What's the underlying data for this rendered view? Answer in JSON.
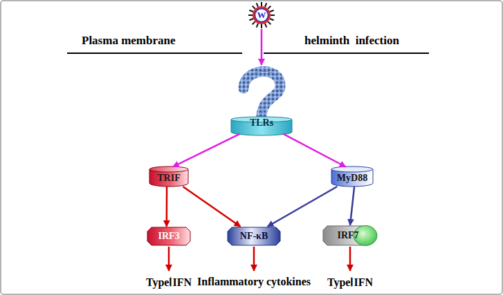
{
  "diagram": {
    "nodes": [
      {
        "text": [
          "W"
        ]
      },
      {
        "text": [
          "TLRs"
        ]
      },
      {
        "text": [
          "TRIF"
        ]
      },
      {
        "text": [
          "MyD88"
        ]
      },
      {
        "text": [
          "IRF3"
        ]
      },
      {
        "text": [
          "NF-κB"
        ]
      },
      {
        "text": [
          "IRF7"
        ]
      }
    ],
    "edges": [
      {
        "from": 0,
        "to": 1,
        "arrow": "to"
      },
      {
        "from": 1,
        "to": 2,
        "arrow": "to"
      },
      {
        "from": 1,
        "to": 3,
        "arrow": "to"
      },
      {
        "from": 2,
        "to": 4,
        "arrow": "to"
      },
      {
        "from": 2,
        "to": 5,
        "arrow": "to"
      },
      {
        "from": 3,
        "to": 5,
        "arrow": "to"
      },
      {
        "from": 3,
        "to": 6,
        "arrow": "to"
      }
    ],
    "labels": [
      "Plasma membrane",
      "helminth  infection",
      "TypeⅠIFN",
      "Inflammatory cytokines",
      "TypeⅠIFN"
    ]
  }
}
